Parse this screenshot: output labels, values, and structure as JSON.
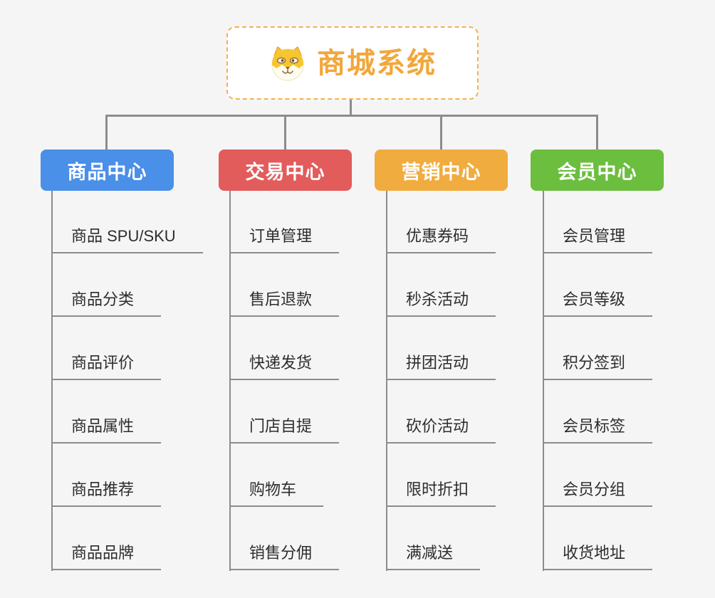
{
  "canvas": {
    "background": "#f5f5f5",
    "connector_color": "#8c8c8c"
  },
  "root": {
    "title": "商城系统",
    "icon": "dog-face-icon",
    "text_color": "#f2a73b",
    "border_color": "#f3b14e"
  },
  "branches": [
    {
      "label": "商品中心",
      "color": "#4a8fe8",
      "items": [
        "商品 SPU/SKU",
        "商品分类",
        "商品评价",
        "商品属性",
        "商品推荐",
        "商品品牌"
      ]
    },
    {
      "label": "交易中心",
      "color": "#e25c5c",
      "items": [
        "订单管理",
        "售后退款",
        "快递发货",
        "门店自提",
        "购物车",
        "销售分佣"
      ]
    },
    {
      "label": "营销中心",
      "color": "#f0ac3e",
      "items": [
        "优惠券码",
        "秒杀活动",
        "拼团活动",
        "砍价活动",
        "限时折扣",
        "满减送"
      ]
    },
    {
      "label": "会员中心",
      "color": "#6cbe3f",
      "items": [
        "会员管理",
        "会员等级",
        "积分签到",
        "会员标签",
        "会员分组",
        "收货地址"
      ]
    }
  ]
}
